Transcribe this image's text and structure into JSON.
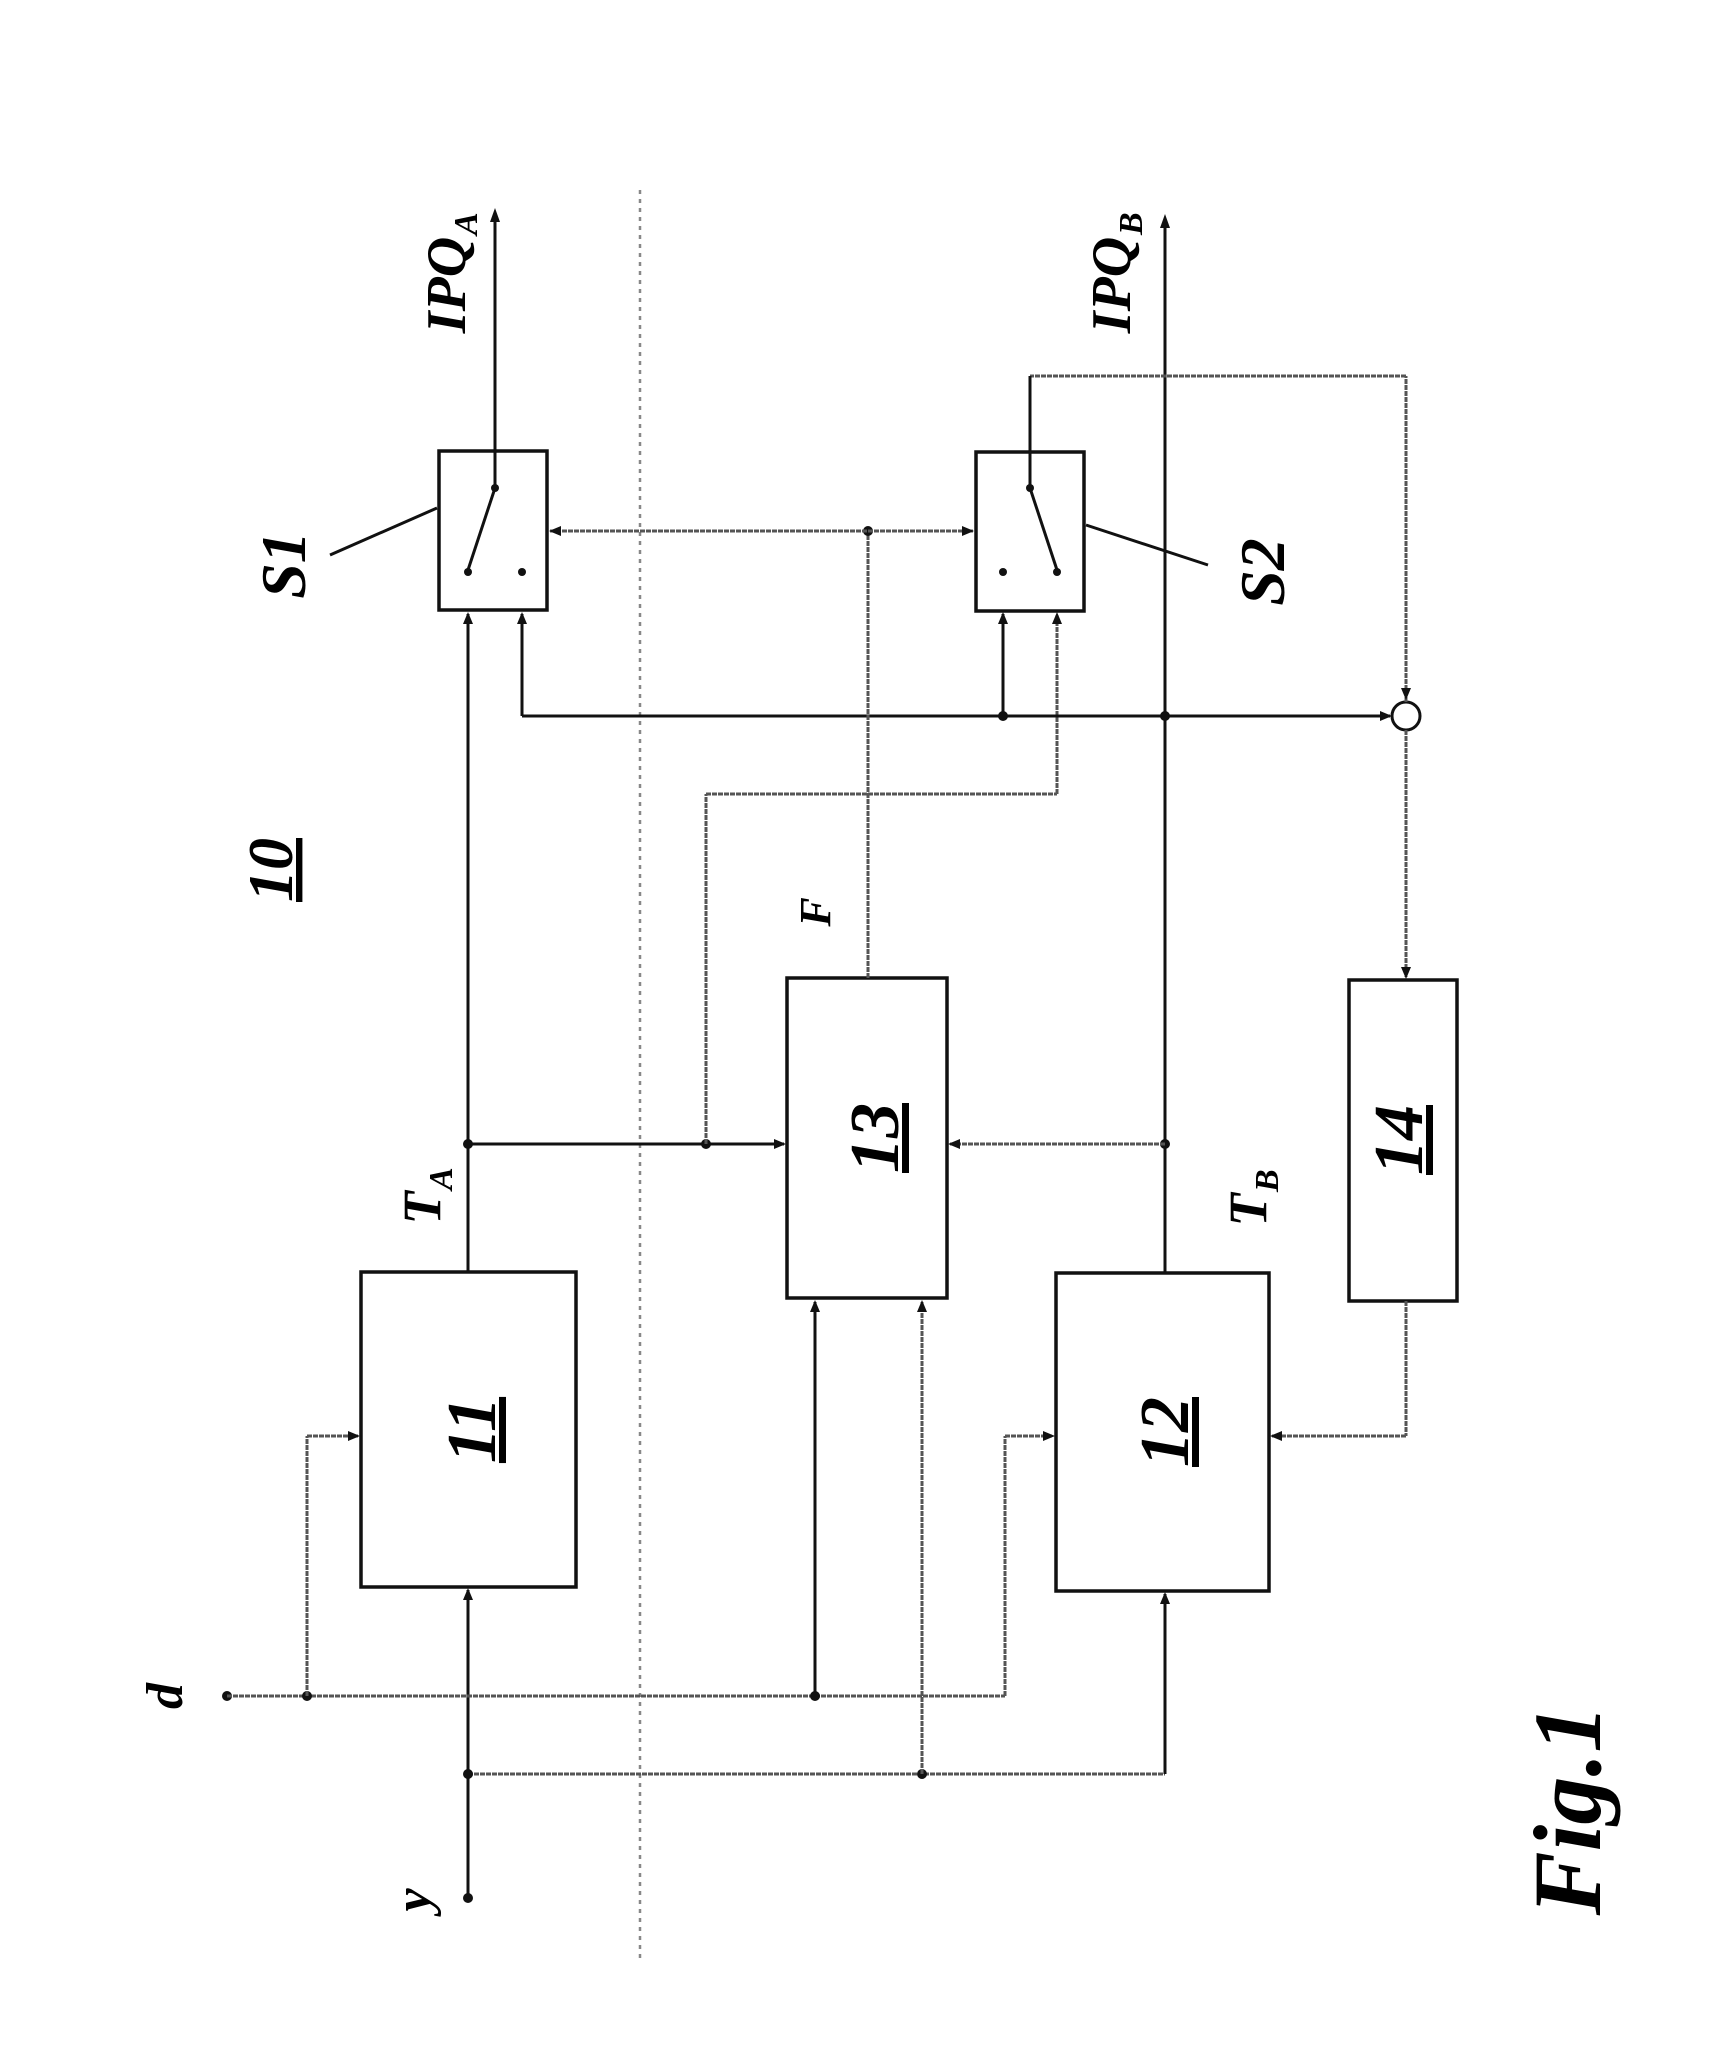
{
  "figure_label": "Fig.1",
  "system_number": "10",
  "blocks": {
    "b11": "11",
    "b12": "12",
    "b13": "13",
    "b14": "14"
  },
  "switches": {
    "s1": "S1",
    "s2": "S2"
  },
  "signals": {
    "input_d": "d",
    "input_y": "y",
    "ta": "T",
    "ta_sub": "A",
    "tb": "T",
    "tb_sub": "B",
    "f": "F",
    "out_a": "IPQ",
    "out_a_sub": "A",
    "out_b": "IPQ",
    "out_b_sub": "B"
  }
}
